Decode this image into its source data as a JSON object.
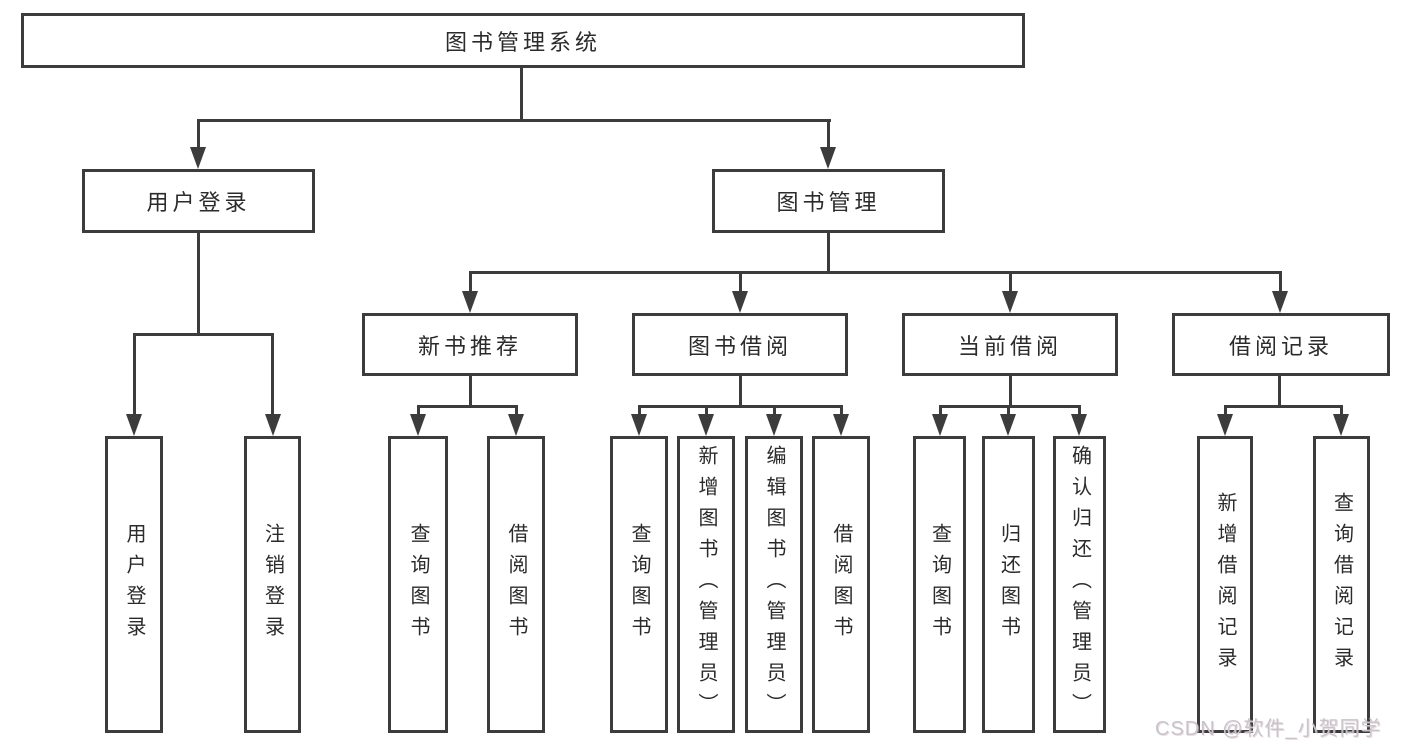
{
  "diagram": {
    "root": "图书管理系统",
    "children": [
      {
        "label": "用户登录",
        "children": [
          "用户登录",
          "注销登录"
        ]
      },
      {
        "label": "图书管理",
        "children": [
          {
            "label": "新书推荐",
            "children": [
              "查询图书",
              "借阅图书"
            ]
          },
          {
            "label": "图书借阅",
            "children": [
              "查询图书",
              "新增图书（管理员）",
              "编辑图书（管理员）",
              "借阅图书"
            ]
          },
          {
            "label": "当前借阅",
            "children": [
              "查询图书",
              "归还图书",
              "确认归还（管理员）"
            ]
          },
          {
            "label": "借阅记录",
            "children": [
              "新增借阅记录",
              "查询借阅记录"
            ]
          }
        ]
      }
    ]
  },
  "watermark": {
    "text": "CSDN @软件_小贺同学"
  },
  "colors": {
    "line": "#3c3c3c",
    "text": "#2b2b2b",
    "background": "#ffffff",
    "watermark": "#c9c4ca"
  }
}
